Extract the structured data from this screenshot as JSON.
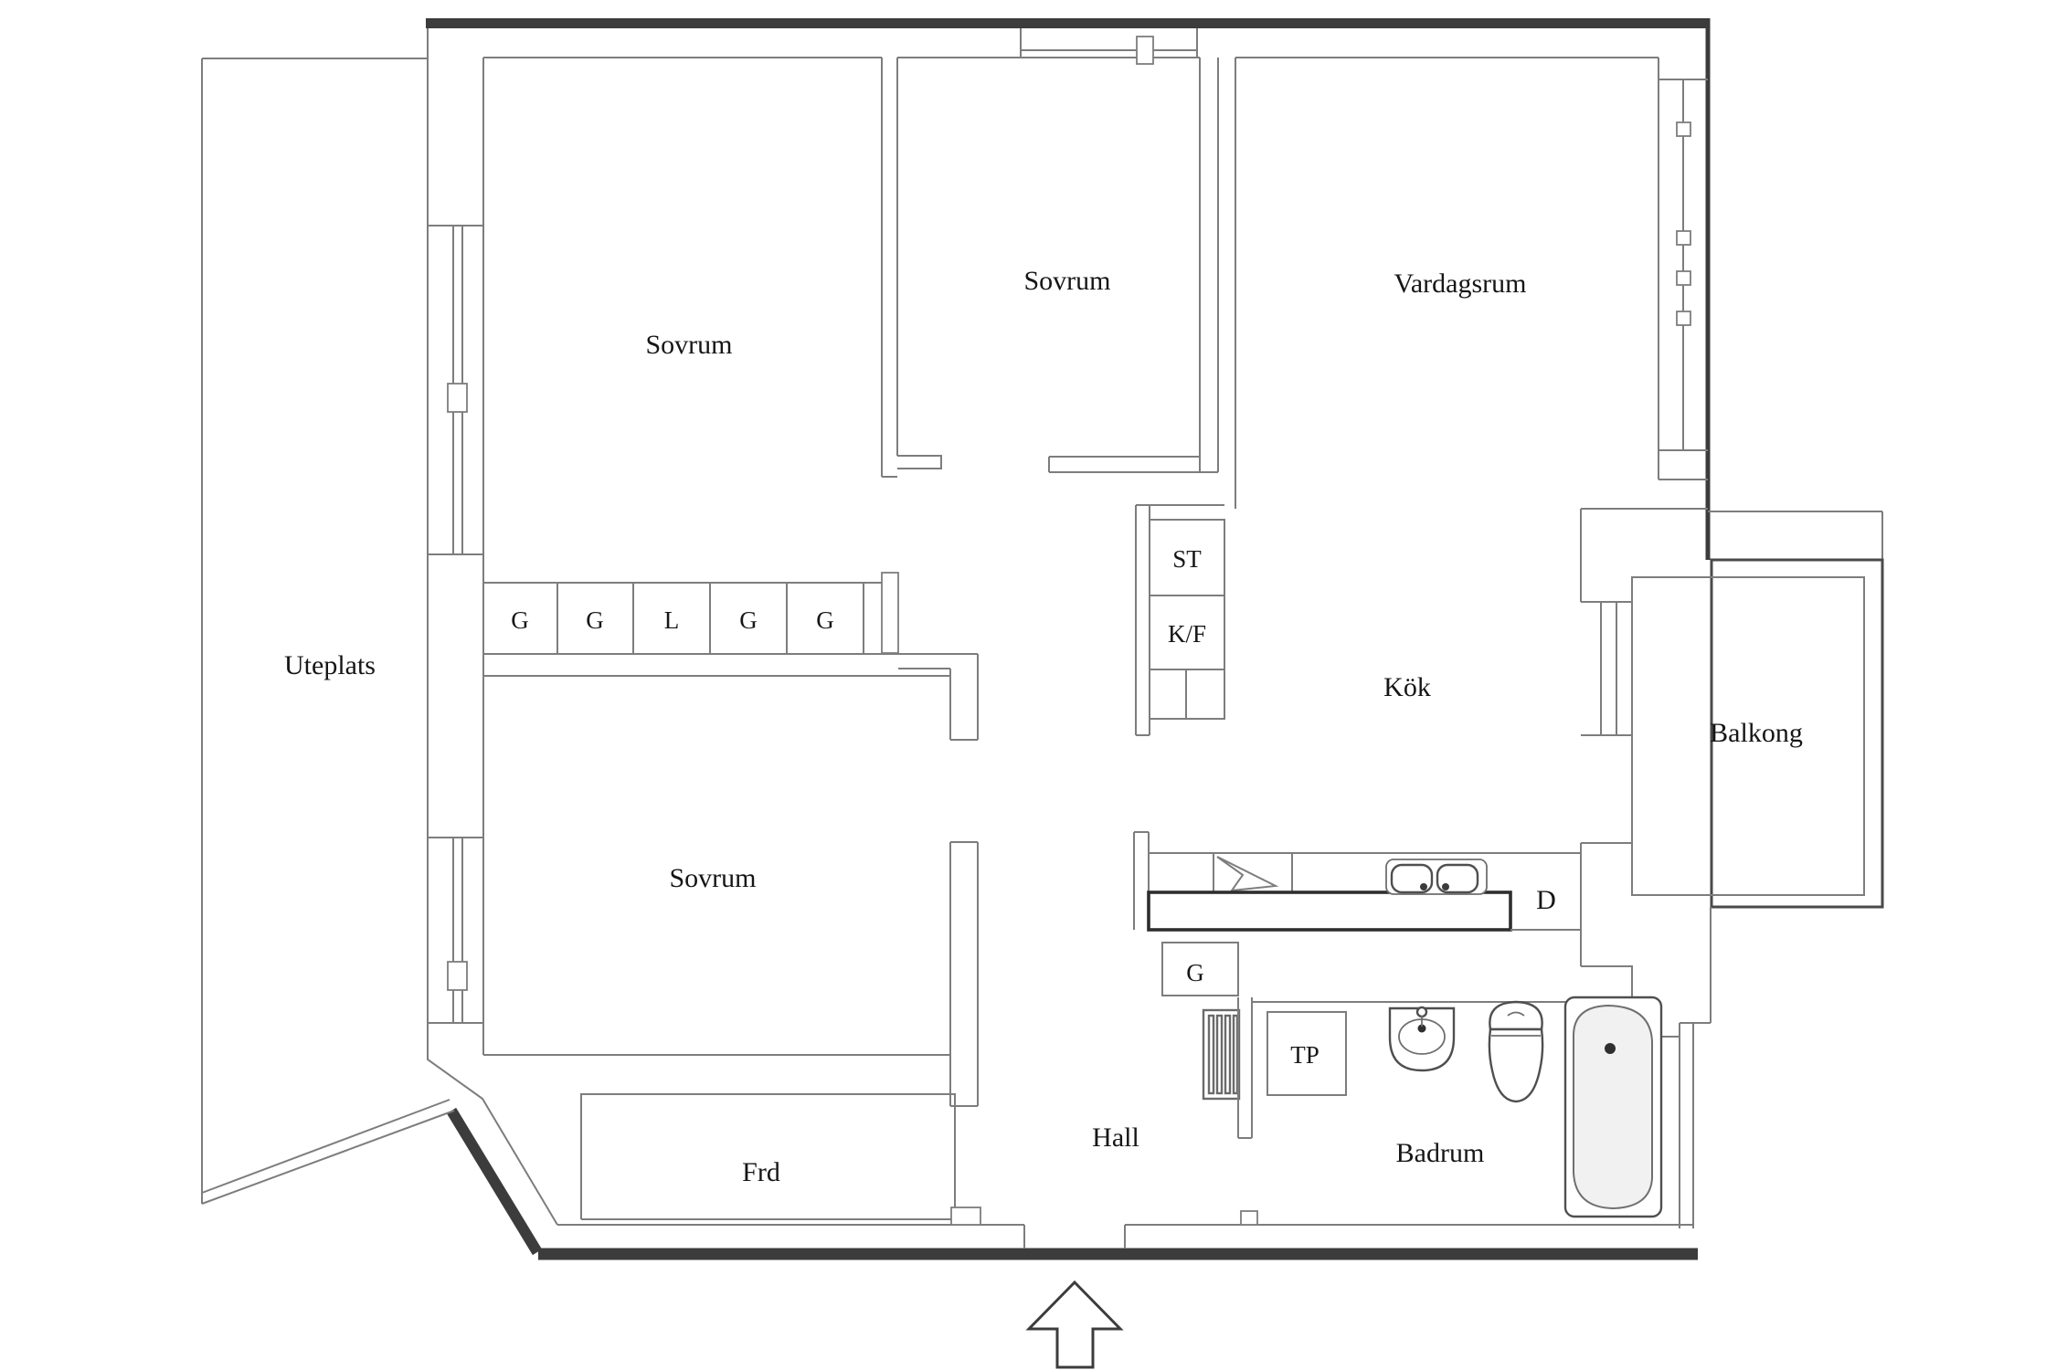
{
  "plan": {
    "rooms": {
      "uteplats": "Uteplats",
      "sovrum_top_left": "Sovrum",
      "sovrum_top_middle": "Sovrum",
      "vardagsrum": "Vardagsrum",
      "kok": "Kök",
      "balkong": "Balkong",
      "sovrum_lower": "Sovrum",
      "hall": "Hall",
      "badrum": "Badrum",
      "frd": "Frd"
    },
    "cabinets": {
      "wardrobes": [
        "G",
        "G",
        "L",
        "G",
        "G"
      ],
      "st": "ST",
      "kf": "K/F",
      "dishwasher": "D",
      "hall_cabinet": "G",
      "tp": "TP"
    },
    "icons": [
      "stove-icon",
      "double-sink-icon",
      "washbasin-icon",
      "toilet-icon",
      "bathtub-icon",
      "radiator-icon",
      "entrance-arrow-icon",
      "window-marker-icon"
    ],
    "colors": {
      "background": "#ffffff",
      "wall_dark": "#3c3c3c",
      "line_gray": "#7d7d7d",
      "fixture_gray": "#4f4f4f",
      "text": "#161616",
      "tub_fill": "#f1f1f1"
    }
  }
}
